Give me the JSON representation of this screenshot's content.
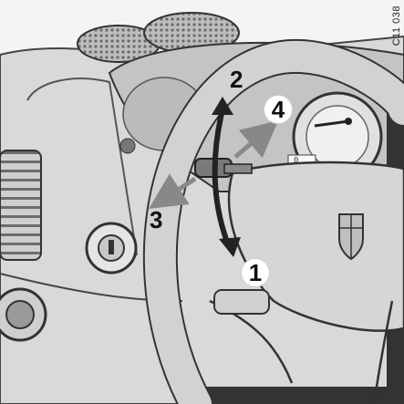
{
  "figure": {
    "reference_code": "C11 038",
    "callouts": {
      "c1": "1",
      "c2": "2",
      "c3": "3",
      "c4": "4"
    },
    "odometer_text": "0",
    "colors": {
      "background": "#f4f4f4",
      "dashboard": "#d6d6d6",
      "wheel": "#cfcfcf",
      "outline": "#333333",
      "arrow": "#222222",
      "speaker": "#9a9a9a"
    },
    "parts": [
      "steering-wheel",
      "instrument-cluster",
      "cruise-control-lever",
      "ignition-lock",
      "air-vent",
      "speaker-grille"
    ]
  }
}
